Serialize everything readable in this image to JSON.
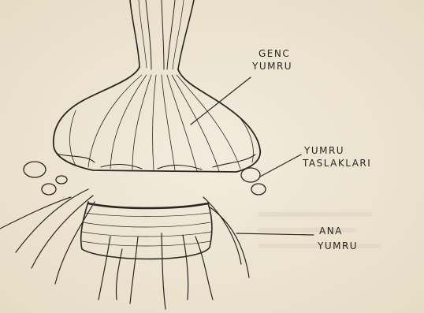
{
  "labels": {
    "genc_yumru": [
      "GENC",
      "YUMRU"
    ],
    "yumru_taslaklari": [
      "YUMRU",
      "TASLAKLARI"
    ],
    "ana_yumru": [
      "ANA",
      "YUMRU"
    ]
  },
  "colors": {
    "paper": "#efe7d6",
    "ink": "#2a2520"
  }
}
